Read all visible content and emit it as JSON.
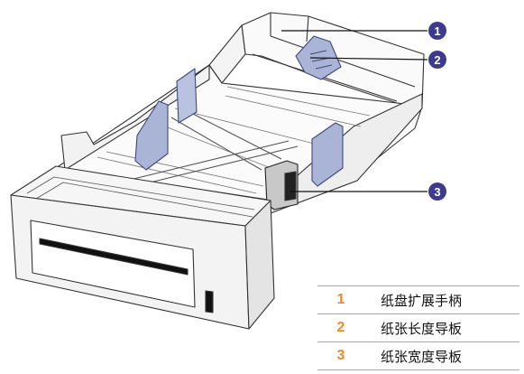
{
  "callouts": [
    {
      "number": "1"
    },
    {
      "number": "2"
    },
    {
      "number": "3"
    }
  ],
  "legend": [
    {
      "number": "1",
      "label": "纸盘扩展手柄"
    },
    {
      "number": "2",
      "label": "纸张长度导板"
    },
    {
      "number": "3",
      "label": "纸张宽度导板"
    }
  ],
  "colors": {
    "callout_fill": "#3e3a8f",
    "guide_fill": "#a9b4d6",
    "legend_number": "#f08a1e"
  }
}
